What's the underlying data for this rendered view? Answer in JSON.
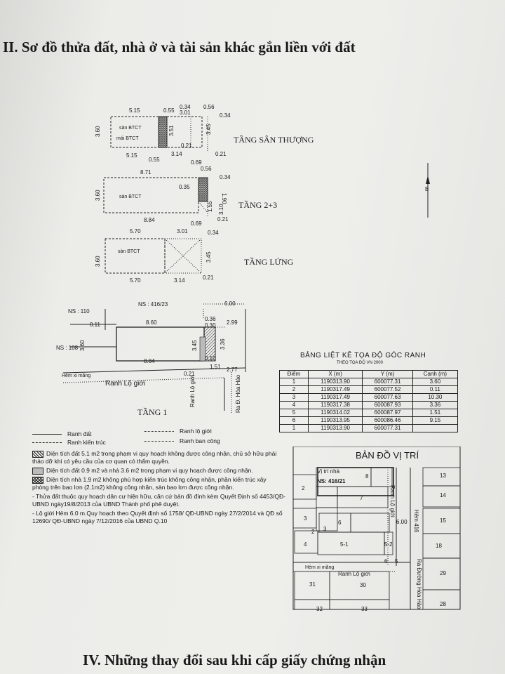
{
  "section_title": "II. Sơ đồ thửa đất, nhà ở và tài sản khác gắn liền với đất",
  "section_footer": "IV. Những thay đổi sau khi cấp giấy chứng nhận",
  "floors": {
    "roof": {
      "label": "TẦNG SÂN THƯỢNG",
      "dims": [
        "5.15",
        "0.55",
        "0.34",
        "3.01",
        "0.56",
        "0.34",
        "3.60",
        "3.51",
        "3.45",
        "0.21",
        "5.15",
        "0.55",
        "3.14",
        "0.69",
        "0.21"
      ],
      "room1": "sàn BTCT",
      "room2": "mái BTCT"
    },
    "f23": {
      "label": "TẦNG 2+3",
      "dims": [
        "8.71",
        "0.56",
        "0.34",
        "3.60",
        "0.35",
        "1.90",
        "1.55",
        "3.10",
        "8.84",
        "0.69",
        "0.21"
      ],
      "room": "sàn BTCT"
    },
    "mezz": {
      "label": "TẦNG LỬNG",
      "dims": [
        "5.70",
        "3.01",
        "0.34",
        "3.60",
        "3.45",
        "5.70",
        "3.14",
        "0.21"
      ],
      "room": "sàn BTCT"
    },
    "ground": {
      "label": "TẦNG 1",
      "ns_110": "NS : 110",
      "ns_108": "NS : 108",
      "ns_416": "NS : 416/23",
      "dims": [
        "6.00",
        "0.11",
        "8.60",
        "0.36",
        "0.30",
        "2.99",
        "3.60",
        "3.45",
        "3.36",
        "0.10",
        "8.84",
        "1.51",
        "2.77",
        "0.21"
      ],
      "alley": "Hẻm xi măng",
      "setback": "Ranh Lộ giới",
      "setback_v": "Ranh Lộ giới",
      "street": "Ra Đ. Hòa Hảo"
    }
  },
  "legend": {
    "items": [
      {
        "line": "solid",
        "label": "Ranh đất"
      },
      {
        "line": "dotted",
        "label": "Ranh lộ giới"
      },
      {
        "line": "dashed",
        "label": "Ranh kiến trúc"
      },
      {
        "line": "dotted",
        "label": "Ranh ban công"
      }
    ],
    "notes": [
      "Diện tích đất 5.1 m2 trong phạm vi quy hoạch không được công nhận, chủ sở hữu phải tháo dỡ khi có yêu cầu của cơ quan có thẩm quyền.",
      "Diện tích đất 0.9 m2 và nhà 3.6 m2 trong phạm vi quy hoạch được công nhận.",
      "Diện tích nhà 1.9 m2 không phù hợp kiến trúc không công nhận, phần kiến trúc xây phòng trên bao lơn (2.1m2) không công nhận, sàn bao lơn được công nhận.",
      "- Thửa đất thuộc quy hoạch dân cư hiện hữu, căn cứ bản đồ đính kèm Quyết Định số 4453/QĐ-UBND ngày19/8/2013 của UBND Thành phố phê duyệt.",
      "- Lộ giới Hẻm 6.0 m.Quy hoạch theo Quyết định số 1758/ QĐ-UBND ngày 27/2/2014 và QĐ số 12690/ QĐ-UBND ngày 7/12/2016 của UBND Q.10"
    ]
  },
  "coord_table": {
    "title": "BẢNG LIỆT KÊ TỌA ĐỘ GÓC RANH",
    "subtitle": "THEO TỌA ĐỘ VN 2000",
    "headers": [
      "Điểm",
      "X (m)",
      "Y (m)",
      "Cạnh (m)"
    ],
    "rows": [
      [
        "1",
        "1190313.90",
        "600077.31",
        "3.60"
      ],
      [
        "2",
        "1190317.49",
        "600077.52",
        "0.11"
      ],
      [
        "3",
        "1190317.49",
        "600077.63",
        "10.30"
      ],
      [
        "4",
        "1190317.38",
        "600087.93",
        "3.36"
      ],
      [
        "5",
        "1190314.02",
        "600087.97",
        "1.51"
      ],
      [
        "6",
        "1190313.95",
        "600086.46",
        "9.15"
      ],
      [
        "1",
        "1190313.90",
        "600077.31",
        ""
      ]
    ]
  },
  "location_map": {
    "title": "BẢN ĐỒ VỊ TRÍ",
    "house_label": "Vị trí nhà",
    "ns": "NS: 416/21",
    "parcels": [
      "8",
      "2",
      "7",
      "3",
      "6",
      "2",
      "3",
      "4",
      "5-1",
      "5-2",
      "6",
      "5",
      "31",
      "30",
      "32",
      "33",
      "13",
      "14",
      "15",
      "18",
      "29",
      "28"
    ],
    "alley_v": "Hẻm 416",
    "setback_v": "Ranh Lộ giới",
    "width": "6.00",
    "alley_h": "Hẻm xi măng",
    "setback_h": "Ranh Lộ giới",
    "street": "Ra Đường Hòa Hảo"
  },
  "north_symbol": "B"
}
